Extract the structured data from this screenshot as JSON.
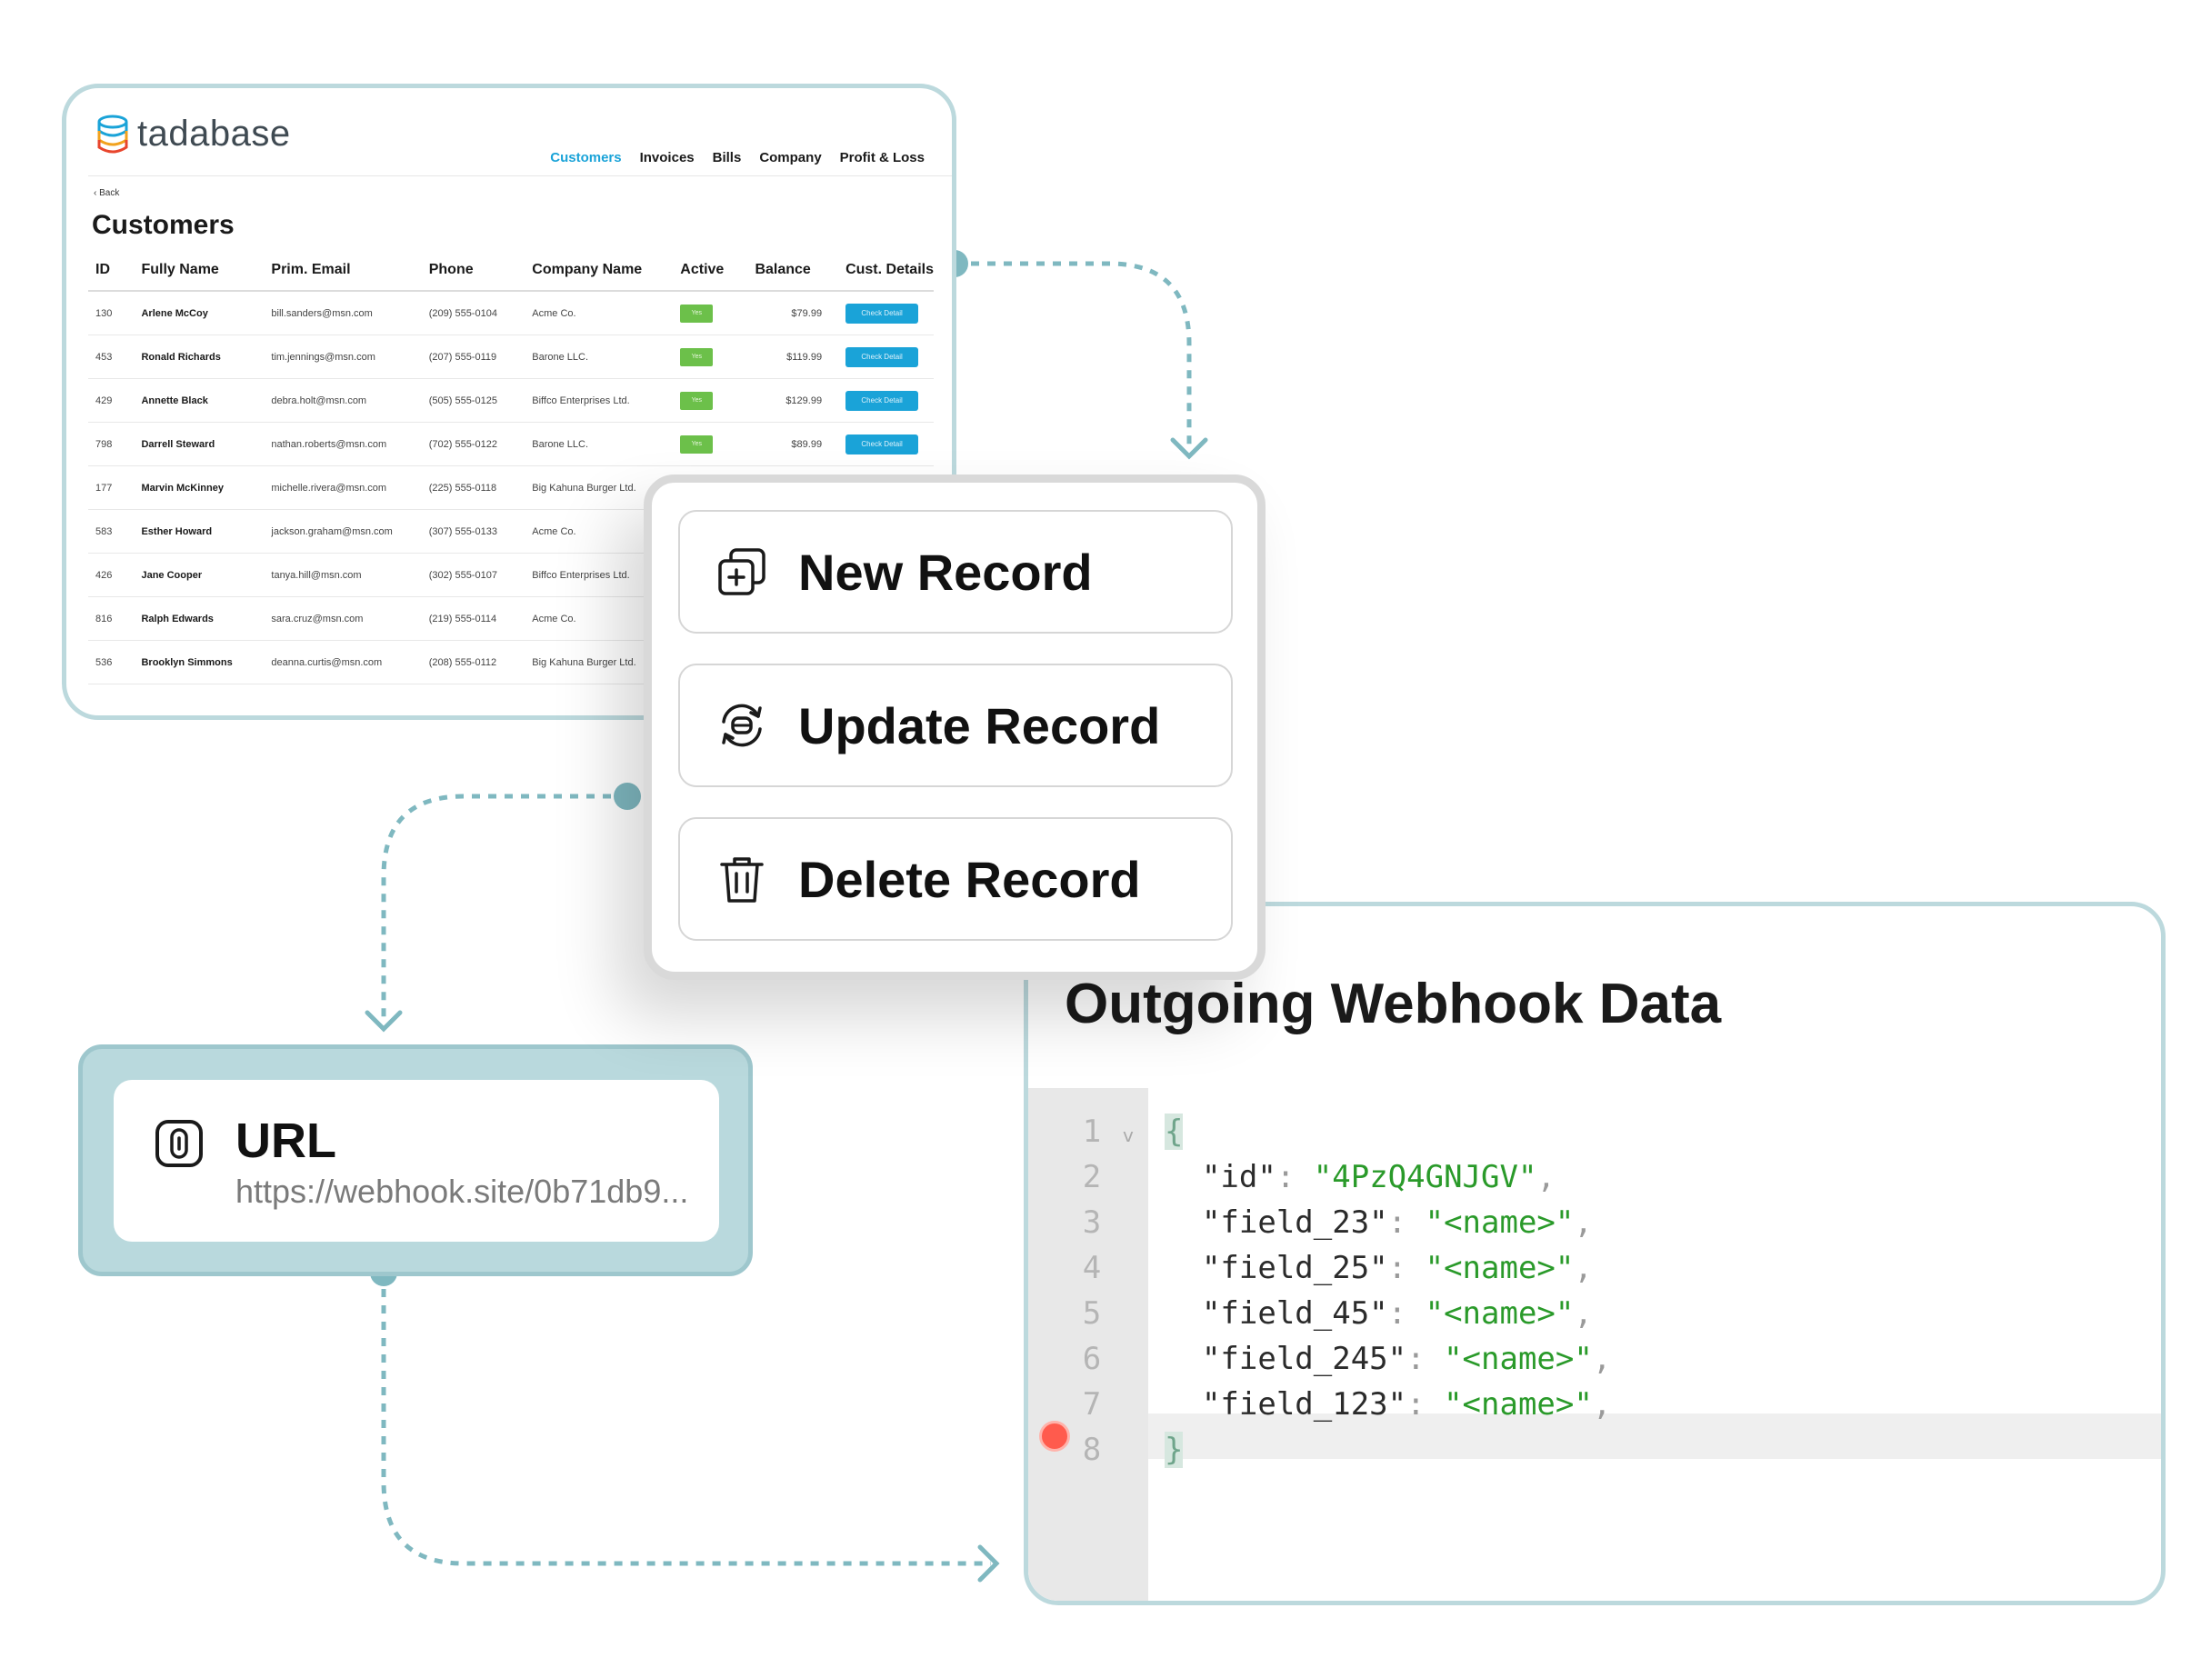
{
  "app": {
    "brand": "tadabase",
    "nav": [
      "Customers",
      "Invoices",
      "Bills",
      "Company",
      "Profit & Loss"
    ],
    "nav_active": "Customers",
    "back_label": "Back",
    "page_title": "Customers",
    "table": {
      "headers": [
        "ID",
        "Fully Name",
        "Prim. Email",
        "Phone",
        "Company Name",
        "Active",
        "Balance",
        "Cust. Details"
      ],
      "rows": [
        {
          "id": "130",
          "name": "Arlene McCoy",
          "email": "bill.sanders@msn.com",
          "phone": "(209) 555-0104",
          "company": "Acme Co.",
          "active": "Yes",
          "balance": "$79.99",
          "action": "Check Detail"
        },
        {
          "id": "453",
          "name": "Ronald Richards",
          "email": "tim.jennings@msn.com",
          "phone": "(207) 555-0119",
          "company": "Barone LLC.",
          "active": "Yes",
          "balance": "$119.99",
          "action": "Check Detail"
        },
        {
          "id": "429",
          "name": "Annette Black",
          "email": "debra.holt@msn.com",
          "phone": "(505) 555-0125",
          "company": "Biffco Enterprises Ltd.",
          "active": "Yes",
          "balance": "$129.99",
          "action": "Check Detail"
        },
        {
          "id": "798",
          "name": "Darrell Steward",
          "email": "nathan.roberts@msn.com",
          "phone": "(702) 555-0122",
          "company": "Barone LLC.",
          "active": "Yes",
          "balance": "$89.99",
          "action": "Check Detail"
        },
        {
          "id": "177",
          "name": "Marvin McKinney",
          "email": "michelle.rivera@msn.com",
          "phone": "(225) 555-0118",
          "company": "Big Kahuna Burger Ltd.",
          "active": "",
          "balance": "",
          "action": ""
        },
        {
          "id": "583",
          "name": "Esther Howard",
          "email": "jackson.graham@msn.com",
          "phone": "(307) 555-0133",
          "company": "Acme Co.",
          "active": "",
          "balance": "",
          "action": ""
        },
        {
          "id": "426",
          "name": "Jane Cooper",
          "email": "tanya.hill@msn.com",
          "phone": "(302) 555-0107",
          "company": "Biffco Enterprises Ltd.",
          "active": "",
          "balance": "",
          "action": ""
        },
        {
          "id": "816",
          "name": "Ralph Edwards",
          "email": "sara.cruz@msn.com",
          "phone": "(219) 555-0114",
          "company": "Acme Co.",
          "active": "",
          "balance": "",
          "action": ""
        },
        {
          "id": "536",
          "name": "Brooklyn Simmons",
          "email": "deanna.curtis@msn.com",
          "phone": "(208) 555-0112",
          "company": "Big Kahuna Burger Ltd.",
          "active": "",
          "balance": "",
          "action": ""
        }
      ]
    }
  },
  "menu": {
    "items": [
      {
        "label": "New Record",
        "icon": "add-copy-icon"
      },
      {
        "label": "Update Record",
        "icon": "refresh-record-icon"
      },
      {
        "label": "Delete Record",
        "icon": "trash-icon"
      }
    ]
  },
  "url_node": {
    "title": "URL",
    "value": "https://webhook.site/0b71db9...",
    "icon": "webhook-link-icon"
  },
  "webhook": {
    "title": "Outgoing Webhook Data",
    "line_numbers": [
      "1",
      "2",
      "3",
      "4",
      "5",
      "6",
      "7",
      "8"
    ],
    "lines": [
      {
        "key": "\"id\"",
        "value": "\"4PzQ4GNJGV\""
      },
      {
        "key": "\"field_23\"",
        "value": "\"<name>\""
      },
      {
        "key": "\"field_25\"",
        "value": "\"<name>\""
      },
      {
        "key": "\"field_45\"",
        "value": "\"<name>\""
      },
      {
        "key": "\"field_245\"",
        "value": "\"<name>\""
      },
      {
        "key": "\"field_123\"",
        "value": "\"<name>\""
      }
    ],
    "open_brace": "{",
    "close_brace": "}",
    "fold_glyph": "v"
  },
  "colors": {
    "connector": "#7fb8c0",
    "accent_blue": "#1aa3d8",
    "badge_green": "#6cc04a",
    "json_string": "#2a9a2a"
  }
}
